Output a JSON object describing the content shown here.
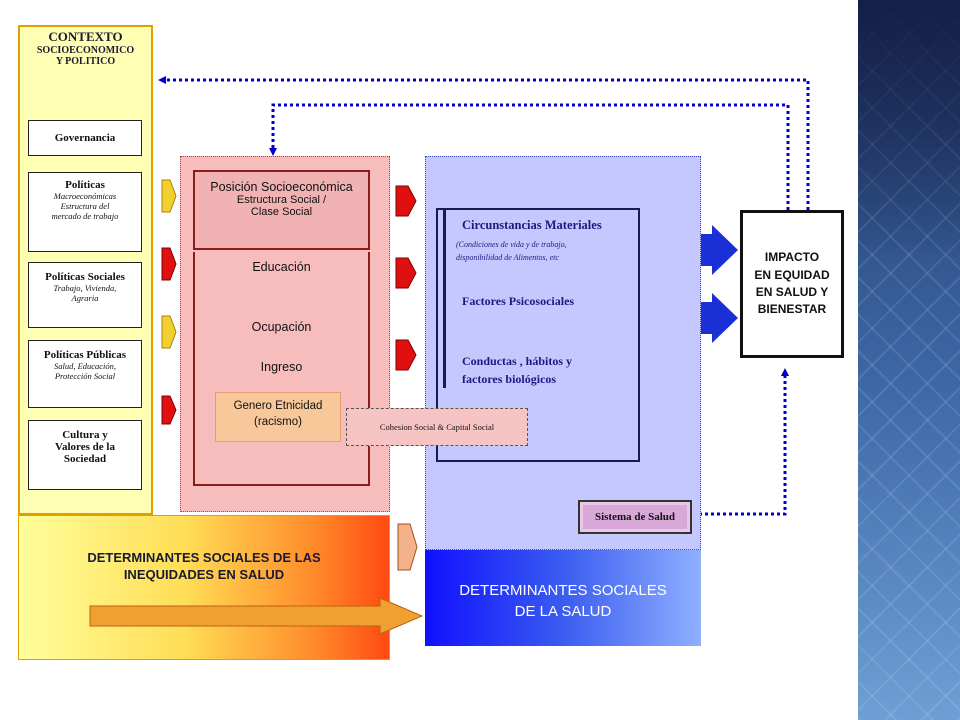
{
  "context": {
    "title_line1": "CONTEXTO",
    "title_line2": "SOCIOECONOMICO",
    "title_line3": "Y POLITICO",
    "boxes": [
      {
        "title": "Governancia",
        "subtitle": ""
      },
      {
        "title": "Políticas",
        "subtitle_lines": [
          "Macroeconómicas",
          "Estructura del",
          "mercado de trabajo"
        ]
      },
      {
        "title": "Políticas Sociales",
        "subtitle_lines": [
          "Trabajo, Vivienda,",
          "Agraria"
        ]
      },
      {
        "title": "Políticas Públicas",
        "subtitle_lines": [
          "Salud, Educación,",
          "Protección Social"
        ]
      },
      {
        "title_lines": [
          "Cultura y",
          "Valores de la",
          "Sociedad"
        ]
      }
    ]
  },
  "position": {
    "line1": "Posición Socioeconómica",
    "line2": "Estructura Social /",
    "line3": "Clase Social",
    "education": "Educación",
    "occupation": "Ocupación",
    "income": "Ingreso",
    "gender_line1": "Genero Etnicidad",
    "gender_line2": "(racismo)"
  },
  "cohesion": "Cohesion Social  &  Capital Social",
  "circumstances": {
    "material_title": "Circunstancias Materiales",
    "material_sub_line1": "(Condiciones de vida y de trabajo,",
    "material_sub_line2": "disponibilidad de Alimentos, etc",
    "psychosocial": "Factores Psicosociales",
    "behaviors_line1": "Conductas , hábitos y",
    "behaviors_line2": "factores biológicos"
  },
  "health_system": "Sistema de Salud",
  "impact": {
    "line1": "IMPACTO",
    "line2": "EN EQUIDAD",
    "line3": "EN  SALUD Y",
    "line4": "BIENESTAR"
  },
  "bottom_left": {
    "line1": "DETERMINANTES  SOCIALES DE LAS",
    "line2": "INEQUIDADES EN SALUD"
  },
  "bottom_right": {
    "line1": "DETERMINANTES  SOCIALES",
    "line2": "DE LA SALUD"
  },
  "colors": {
    "dotted_arrow": "#0000cc",
    "blue_arrow": "#1a2fd6",
    "red_arrow": "#e01010",
    "yellow_arrow": "#f2d030"
  }
}
